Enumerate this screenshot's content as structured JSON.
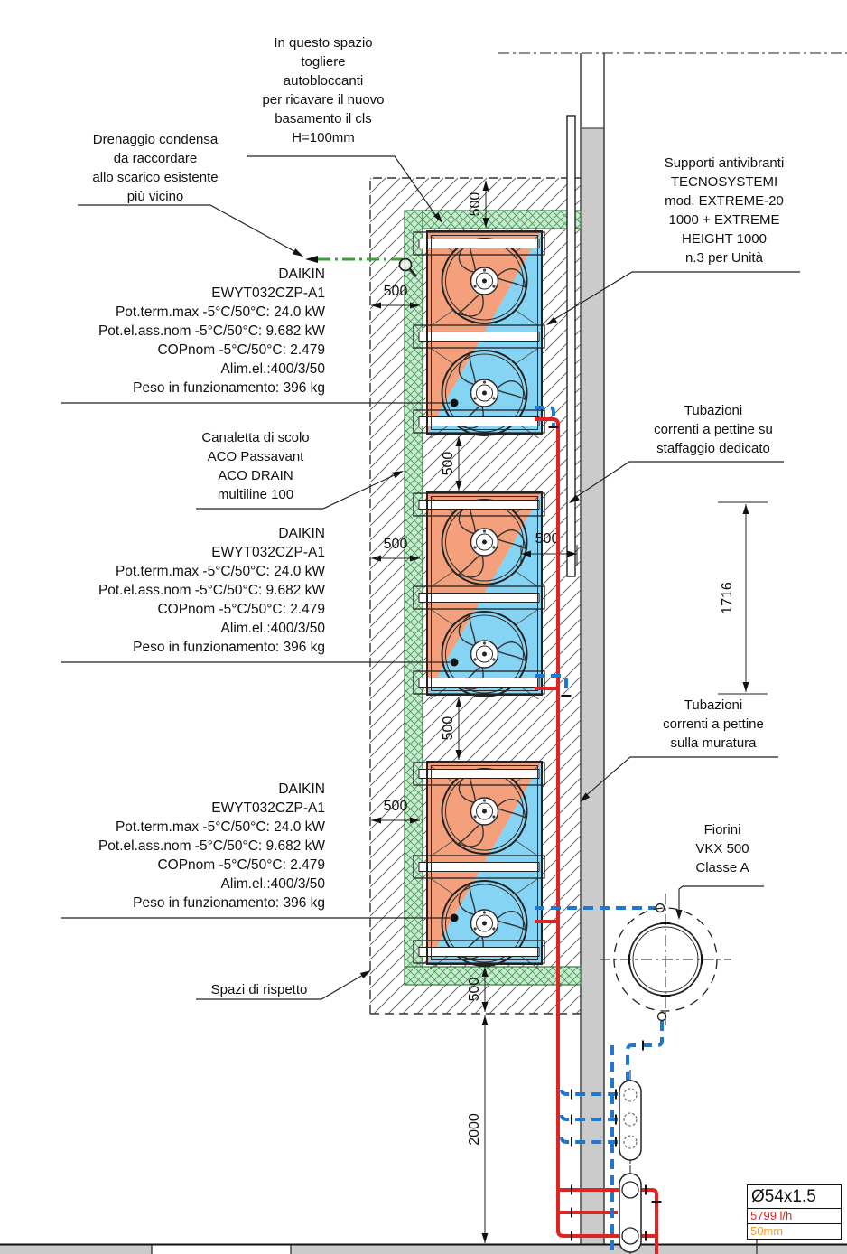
{
  "annotations": {
    "basamento": "In questo spazio\ntogliere\nautobloccanti\nper ricavare il nuovo\nbasamento il cls\nH=100mm",
    "drenaggio": "Drenaggio condensa\nda raccordare\nallo scarico esistente\npiù vicino",
    "canaletta": "Canaletta di scolo\nACO Passavant\nACO DRAIN\nmultiline 100",
    "supporti": "Supporti antivibranti\nTECNOSYSTEMI\nmod. EXTREME-20\n1000 + EXTREME\nHEIGHT 1000\nn.3 per Unità",
    "tubazioni_staffaggio": "Tubazioni\ncorrenti a pettine su\nstaffaggio dedicato",
    "tubazioni_muratura": "Tubazioni\ncorrenti a pettine\nsulla muratura",
    "fiorini": "Fiorini\nVKX 500\nClasse A",
    "spazi": "Spazi di rispetto"
  },
  "daikin": {
    "spec": "DAIKIN\nEWYT032CZP-A1\nPot.term.max -5°C/50°C: 24.0 kW\nPot.el.ass.nom -5°C/50°C: 9.682 kW\nCOPnom -5°C/50°C: 2.479\nAlim.el.:400/3/50\nPeso in funzionamento: 396 kg"
  },
  "dimensions": {
    "d500": "500",
    "d2000": "2000",
    "d1716": "1716"
  },
  "pipe_spec": {
    "diameter": "Ø54x1.5",
    "flow": "5799 l/h",
    "size": "50mm"
  },
  "colors": {
    "unit_hot": "#f5a07c",
    "unit_cold": "#85d4f4",
    "drain_channel": "#c8ecd2",
    "pipe_hot": "#e02424",
    "pipe_cold": "#1e78d2",
    "drain_line": "#3aa136",
    "wall": "#cbcbcb",
    "flow_text": "#e02424",
    "size_text": "#f09f2e"
  }
}
